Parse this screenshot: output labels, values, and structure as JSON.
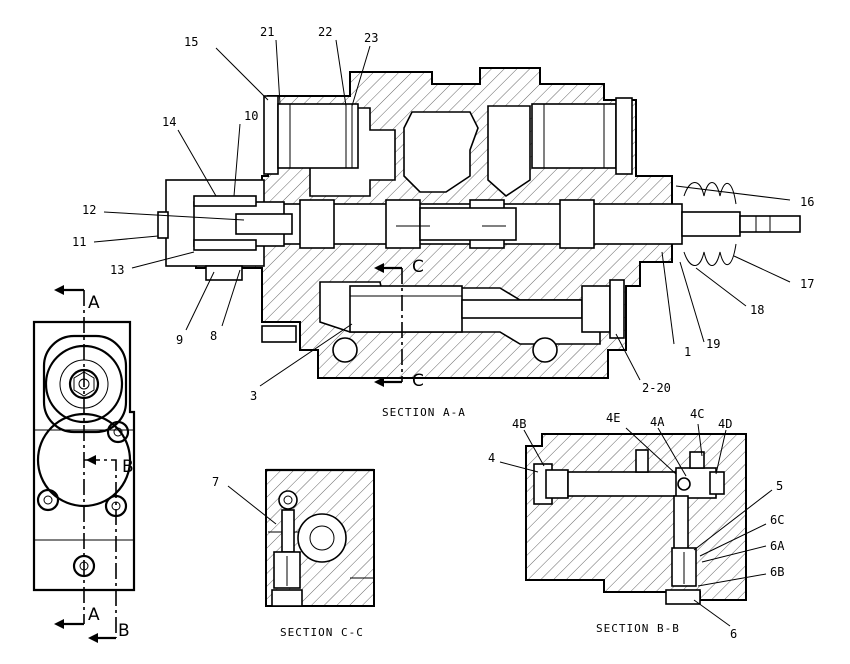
{
  "section_labels": {
    "a": "SECTION A-A",
    "c": "SECTION C-C",
    "b": "SECTION B-B"
  },
  "cut_letters": {
    "a_top": "A",
    "a_bottom": "A",
    "b_right": "B",
    "b_bottom": "B",
    "c_top": "C",
    "c_bottom": "C"
  },
  "callouts_a": {
    "c15": "15",
    "c21": "21",
    "c22": "22",
    "c23": "23",
    "c14": "14",
    "c10": "10",
    "c12": "12",
    "c11": "11",
    "c13": "13",
    "c9": "9",
    "c8": "8",
    "c3": "3",
    "c16": "16",
    "c17": "17",
    "c18": "18",
    "c19": "19",
    "c1": "1",
    "c2_20": "2-20"
  },
  "callouts_c": {
    "c7": "7"
  },
  "callouts_b": {
    "c4b": "4B",
    "c4e": "4E",
    "c4a": "4A",
    "c4c": "4C",
    "c4d": "4D",
    "c4": "4",
    "c5": "5",
    "c6c": "6C",
    "c6a": "6A",
    "c6b": "6B",
    "c6": "6"
  }
}
